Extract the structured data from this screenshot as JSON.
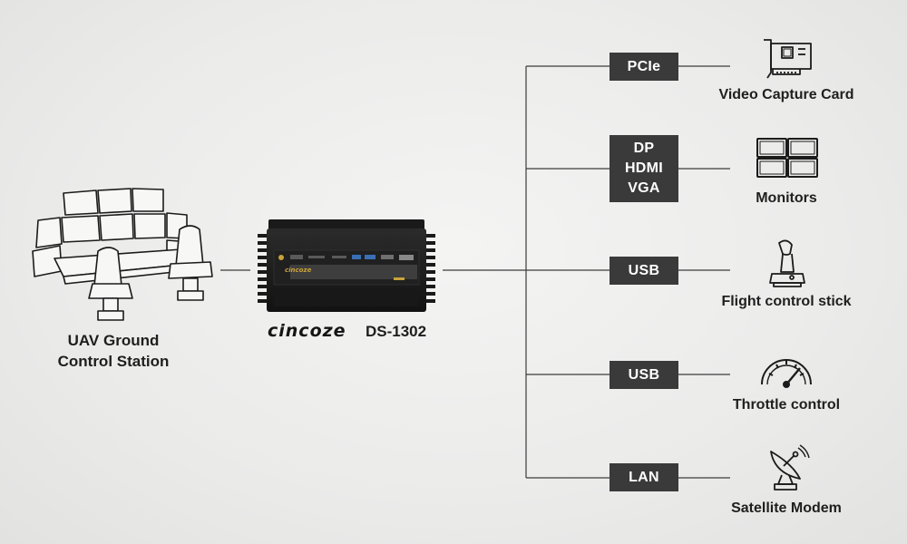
{
  "station": {
    "label_line1": "UAV Ground",
    "label_line2": "Control Station"
  },
  "device": {
    "brand": "cincoze",
    "model": "DS-1302",
    "panel_brand": "cincoze"
  },
  "ports": [
    {
      "lines": [
        "PCIe"
      ],
      "device": "Video Capture Card",
      "icon": "capture-card-icon"
    },
    {
      "lines": [
        "DP",
        "HDMI",
        "VGA"
      ],
      "device": "Monitors",
      "icon": "monitors-icon"
    },
    {
      "lines": [
        "USB"
      ],
      "device": "Flight control stick",
      "icon": "joystick-icon"
    },
    {
      "lines": [
        "USB"
      ],
      "device": "Throttle control",
      "icon": "gauge-icon"
    },
    {
      "lines": [
        "LAN"
      ],
      "device": "Satellite Modem",
      "icon": "satellite-dish-icon"
    }
  ],
  "colors": {
    "line": "#3c3c3c",
    "port_bg": "#3a3a3a",
    "port_text": "#ffffff",
    "device_body": "#1c1c1c",
    "accent": "#c9a23a"
  }
}
